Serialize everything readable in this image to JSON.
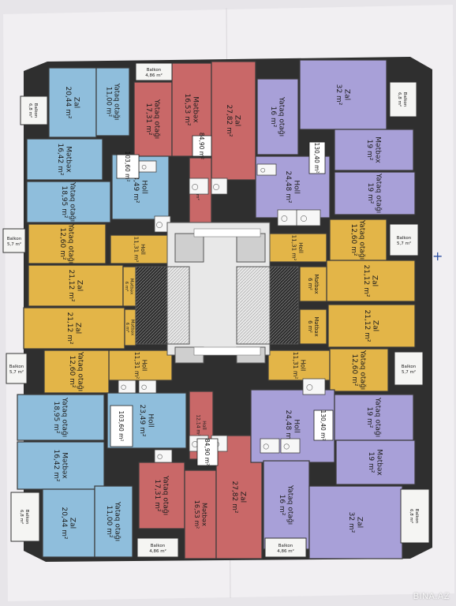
{
  "watermark": "BINA.AZ",
  "margin_mark": "+",
  "colors": {
    "blue": "#8fbedc",
    "red": "#c96868",
    "purple": "#a8a0d8",
    "yellow": "#e3b548",
    "white": "#f5f5f3",
    "core": "#dcdcdc",
    "wall": "#3a3a3a",
    "paper": "#e7e5e9"
  },
  "apartments": {
    "blue_top": "103,60 m²",
    "red_top": "84,90 m²",
    "purple_top": "130,40 m²",
    "blue_bottom": "103,60 m²",
    "red_bottom": "84,90 m²",
    "purple_bottom": "130,40 m²"
  },
  "rooms": [
    {
      "id": "b1-zal",
      "color": "blue",
      "name": "Zal",
      "area": "20,44 m²"
    },
    {
      "id": "b1-yataq",
      "color": "blue",
      "name": "Yataq otağı",
      "area": "11,00 m²"
    },
    {
      "id": "b1-metbex",
      "color": "blue",
      "name": "Mətbəx",
      "area": "16,42 m²"
    },
    {
      "id": "b1-yataq2",
      "color": "blue",
      "name": "Yataq otağı",
      "area": "18,95 m²"
    },
    {
      "id": "b1-holl",
      "color": "blue",
      "name": "Holl",
      "area": "23,49 m²"
    },
    {
      "id": "r1-yataq",
      "color": "red",
      "name": "Yataq otağı",
      "area": "17,31 m²"
    },
    {
      "id": "r1-metbex",
      "color": "red",
      "name": "Mətbəx",
      "area": "16,53 m²"
    },
    {
      "id": "r1-zal",
      "color": "red",
      "name": "Zal",
      "area": "27,82 m²"
    },
    {
      "id": "r1-holl",
      "color": "red",
      "name": "Holl",
      "area": "12,14 m²"
    },
    {
      "id": "p1-yataq",
      "color": "purple",
      "name": "Yataq otağı",
      "area": "16 m²"
    },
    {
      "id": "p1-zal",
      "color": "purple",
      "name": "Zal",
      "area": "32 m²"
    },
    {
      "id": "p1-metbex",
      "color": "purple",
      "name": "Mətbəx",
      "area": "19 m²"
    },
    {
      "id": "p1-yataq2",
      "color": "purple",
      "name": "Yataq otağı",
      "area": "19 m²"
    },
    {
      "id": "p1-holl",
      "color": "purple",
      "name": "Holl",
      "area": "24,48 m²"
    },
    {
      "id": "y1-yataq",
      "color": "yellow",
      "name": "Yataq otağı",
      "area": "12,60 m²"
    },
    {
      "id": "y1-holl",
      "color": "yellow",
      "name": "Holl",
      "area": "11,31 m²"
    },
    {
      "id": "y1-zal",
      "color": "yellow",
      "name": "Zal",
      "area": "21,12 m²"
    },
    {
      "id": "y1-metbex",
      "color": "yellow",
      "name": "Mətbəx",
      "area": "6 m²"
    },
    {
      "id": "y2-yataq",
      "color": "yellow",
      "name": "Yataq otağı",
      "area": "12,60 m²"
    },
    {
      "id": "y2-holl",
      "color": "yellow",
      "name": "Holl",
      "area": "11,31 m²"
    },
    {
      "id": "y2-zal",
      "color": "yellow",
      "name": "Zal",
      "area": "21,12 m²"
    },
    {
      "id": "y2-metbex",
      "color": "yellow",
      "name": "Mətbəx",
      "area": "6 m²"
    },
    {
      "id": "y3-zal",
      "color": "yellow",
      "name": "Zal",
      "area": "21,12 m²"
    },
    {
      "id": "y3-metbex",
      "color": "yellow",
      "name": "Mətbəx",
      "area": "6 m²"
    },
    {
      "id": "y3-holl",
      "color": "yellow",
      "name": "Holl",
      "area": "11,31 m²"
    },
    {
      "id": "y3-yataq",
      "color": "yellow",
      "name": "Yataq otağı",
      "area": "12,60 m²"
    },
    {
      "id": "y4-zal",
      "color": "yellow",
      "name": "Zal",
      "area": "21,12 m²"
    },
    {
      "id": "y4-metbex",
      "color": "yellow",
      "name": "Mətbəx",
      "area": "6 m²"
    },
    {
      "id": "y4-holl",
      "color": "yellow",
      "name": "Holl",
      "area": "11,31 m²"
    },
    {
      "id": "y4-yataq",
      "color": "yellow",
      "name": "Yataq otağı",
      "area": "12,60 m²"
    },
    {
      "id": "b2-yataq2",
      "color": "blue",
      "name": "Yataq otağı",
      "area": "18,95 m²"
    },
    {
      "id": "b2-holl",
      "color": "blue",
      "name": "Holl",
      "area": "23,49 m²"
    },
    {
      "id": "b2-metbex",
      "color": "blue",
      "name": "Mətbəx",
      "area": "16,42 m²"
    },
    {
      "id": "b2-zal",
      "color": "blue",
      "name": "Zal",
      "area": "20,44 m²"
    },
    {
      "id": "b2-yataq",
      "color": "blue",
      "name": "Yataq otağı",
      "area": "11,00 m²"
    },
    {
      "id": "r2-holl",
      "color": "red",
      "name": "Holl",
      "area": "12,14 m²"
    },
    {
      "id": "r2-yataq",
      "color": "red",
      "name": "Yataq otağı",
      "area": "17,31 m²"
    },
    {
      "id": "r2-metbex",
      "color": "red",
      "name": "Mətbəx",
      "area": "16,53 m²"
    },
    {
      "id": "r2-zal",
      "color": "red",
      "name": "Zal",
      "area": "27,82 m²"
    },
    {
      "id": "p2-holl",
      "color": "purple",
      "name": "Holl",
      "area": "24,48 m²"
    },
    {
      "id": "p2-yataq2",
      "color": "purple",
      "name": "Yataq otağı",
      "area": "19 m²"
    },
    {
      "id": "p2-metbex",
      "color": "purple",
      "name": "Mətbəx",
      "area": "19 m²"
    },
    {
      "id": "p2-yataq",
      "color": "purple",
      "name": "Yataq otağı",
      "area": "16 m²"
    },
    {
      "id": "p2-zal",
      "color": "purple",
      "name": "Zal",
      "area": "32 m²"
    }
  ],
  "balconies": [
    {
      "id": "bal-top-center",
      "name": "Balkon",
      "area": "4,86 m²"
    },
    {
      "id": "bal-top-left",
      "name": "Balkon",
      "area": "6,8 m²"
    },
    {
      "id": "bal-top-right",
      "name": "Balkon",
      "area": "6,8 m²"
    },
    {
      "id": "bal-mid-left-top",
      "name": "Balkon",
      "area": "5,7 m²"
    },
    {
      "id": "bal-mid-right-top",
      "name": "Balkon",
      "area": "5,7 m²"
    },
    {
      "id": "bal-mid-left-bot",
      "name": "Balkon",
      "area": "5,7 m²"
    },
    {
      "id": "bal-mid-right-bot",
      "name": "Balkon",
      "area": "5,7 m²"
    },
    {
      "id": "bal-bot-left",
      "name": "Balkon",
      "area": "6,8 m²"
    },
    {
      "id": "bal-bot-right",
      "name": "Balkon",
      "area": "6,8 m²"
    },
    {
      "id": "bal-bot-center-l",
      "name": "Balkon",
      "area": "4,86 m²"
    },
    {
      "id": "bal-bot-center-r",
      "name": "Balkon",
      "area": "4,86 m²"
    }
  ]
}
